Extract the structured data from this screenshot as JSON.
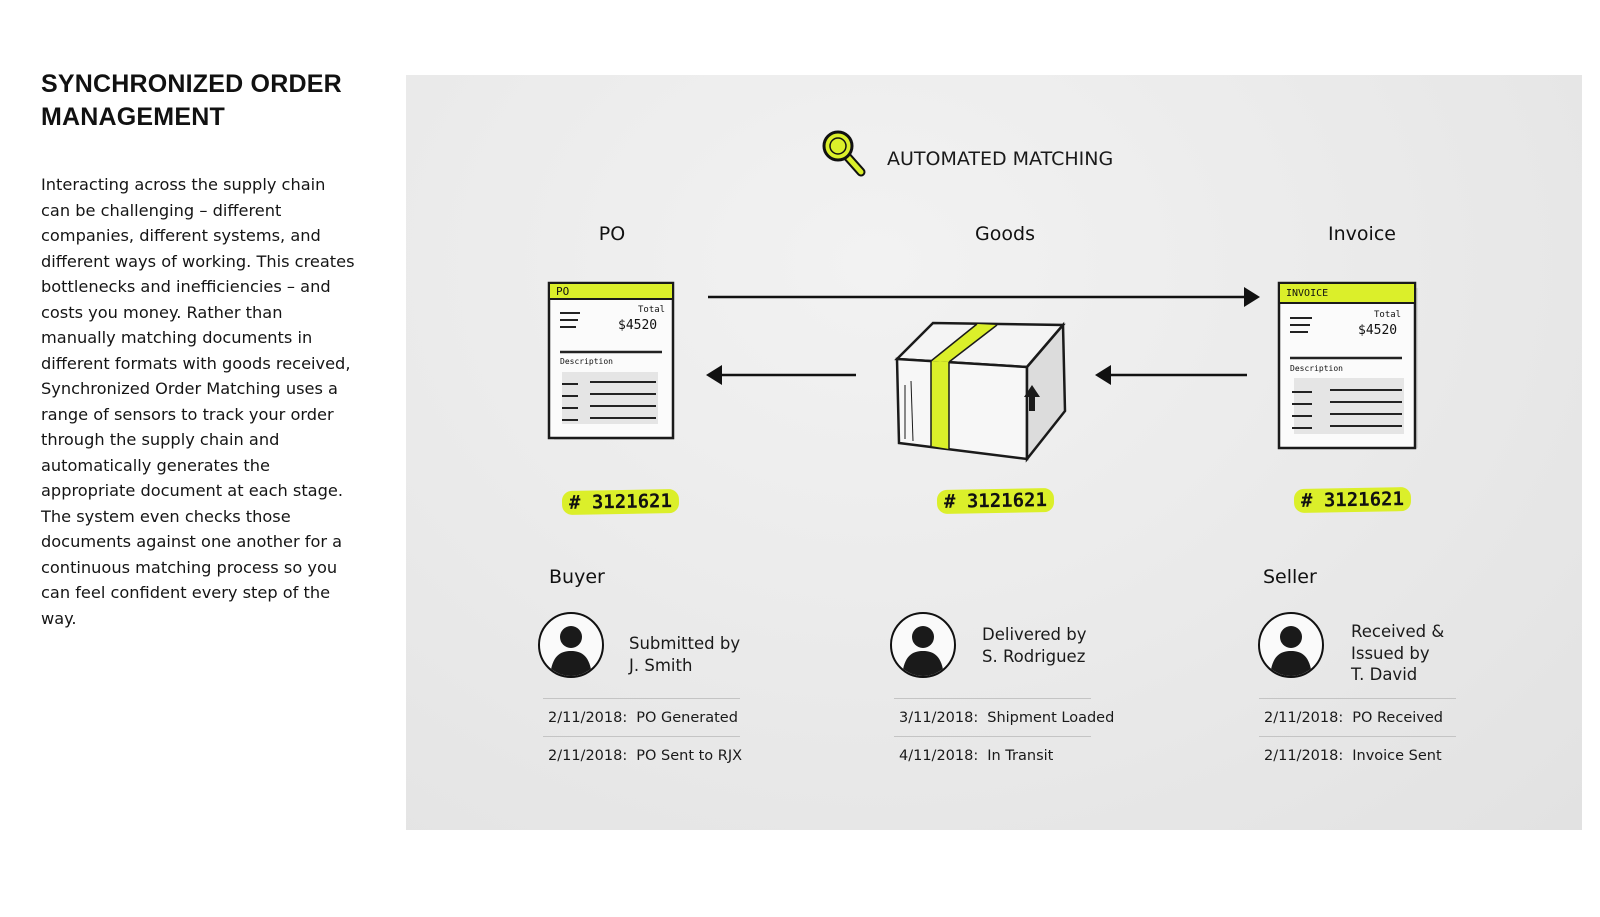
{
  "sidebar": {
    "title_line1": "SYNCHRONIZED ORDER",
    "title_line2": "MANAGEMENT",
    "body": "Interacting across the supply chain can be challenging – different companies, different systems, and different ways of working. This creates bottlenecks and inefficiencies – and costs you money. Rather than manually matching documents in different formats with goods received,  Synchronized Order Matching uses a range of sensors to track your order through the supply chain and automatically generates the appropriate document at each stage. The system even checks those documents against one another for a continuous matching process so you can feel confident every step of the way."
  },
  "diagram": {
    "heading": "AUTOMATED MATCHING",
    "heading_icon": "magnifier-icon",
    "accent_color": "#dbef2a",
    "columns": [
      {
        "label": "PO",
        "doc_tag": "PO",
        "doc_total_label": "Total",
        "doc_total_value": "$4520",
        "doc_section": "Description",
        "ref": "# 3121621",
        "role": "Buyer",
        "actor_lines": [
          "Submitted by",
          "J. Smith"
        ],
        "log": [
          {
            "date": "2/11/2018:",
            "event": "PO Generated"
          },
          {
            "date": "2/11/2018:",
            "event": "PO Sent to RJX"
          }
        ]
      },
      {
        "label": "Goods",
        "ref": "# 3121621",
        "role": "",
        "actor_lines": [
          "Delivered by",
          "S. Rodriguez"
        ],
        "log": [
          {
            "date": "3/11/2018:",
            "event": "Shipment Loaded"
          },
          {
            "date": "4/11/2018:",
            "event": "In Transit"
          }
        ]
      },
      {
        "label": "Invoice",
        "doc_tag": "Invoice",
        "doc_total_label": "Total",
        "doc_total_value": "$4520",
        "doc_section": "Description",
        "ref": "# 3121621",
        "role": "Seller",
        "actor_lines": [
          "Received &",
          "Issued by",
          "T. David"
        ],
        "log": [
          {
            "date": "2/11/2018:",
            "event": "PO Received"
          },
          {
            "date": "2/11/2018:",
            "event": "Invoice Sent"
          }
        ]
      }
    ]
  }
}
